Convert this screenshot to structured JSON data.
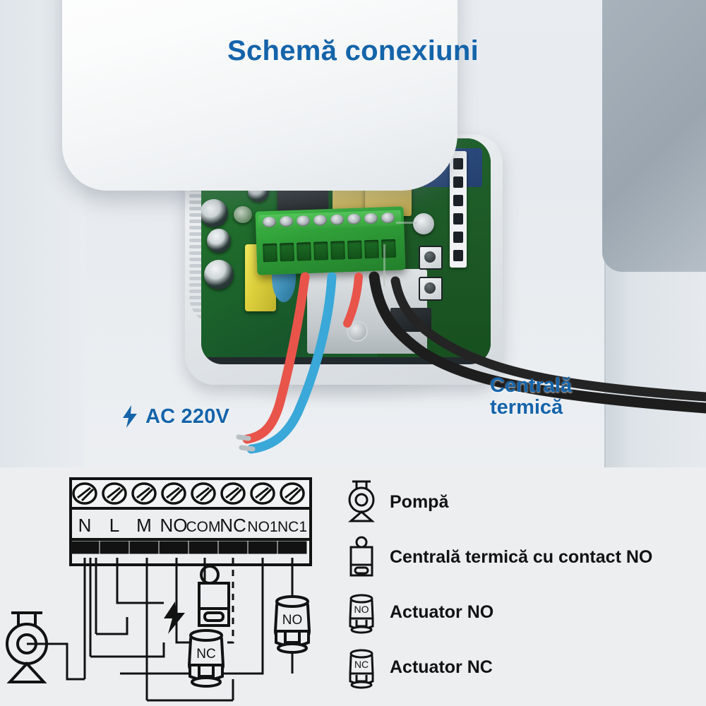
{
  "title": "Schemă conexiuni",
  "photo_labels": {
    "power": {
      "text": "AC 220V",
      "icon": "lightning-bolt-icon",
      "color": "#1464aa"
    },
    "boiler_line1": "Centrală",
    "boiler_line2": "termică",
    "boiler_color": "#1464aa"
  },
  "terminal_block": {
    "labels": [
      "N",
      "L",
      "M",
      "NO",
      "COM",
      "NC",
      "NO1",
      "NC1"
    ],
    "screw_count": 8
  },
  "diagram_nodes": {
    "pump_icon": "pump-icon",
    "power_icon": "lightning-bolt-icon",
    "boiler_icon": "boiler-icon",
    "actuator_no_label": "NO",
    "actuator_nc_label": "NC"
  },
  "legend": [
    {
      "icon": "pump-icon",
      "label": "Pompă"
    },
    {
      "icon": "boiler-icon",
      "label": "Centrală termică cu contact NO"
    },
    {
      "icon": "actuator-no-icon",
      "label": "Actuator NO",
      "badge": "NO"
    },
    {
      "icon": "actuator-nc-icon",
      "label": "Actuator NC",
      "badge": "NC"
    }
  ],
  "colors": {
    "accent_blue": "#1464aa",
    "wire_live": "#e8544a",
    "wire_neutral": "#3aa8d8",
    "wire_boiler": "#1d1d1d",
    "pcb_green": "#1f6b2c",
    "terminal_green": "#2f9e38",
    "diagram_bg": "#eceef0",
    "diagram_ink": "#121212"
  }
}
